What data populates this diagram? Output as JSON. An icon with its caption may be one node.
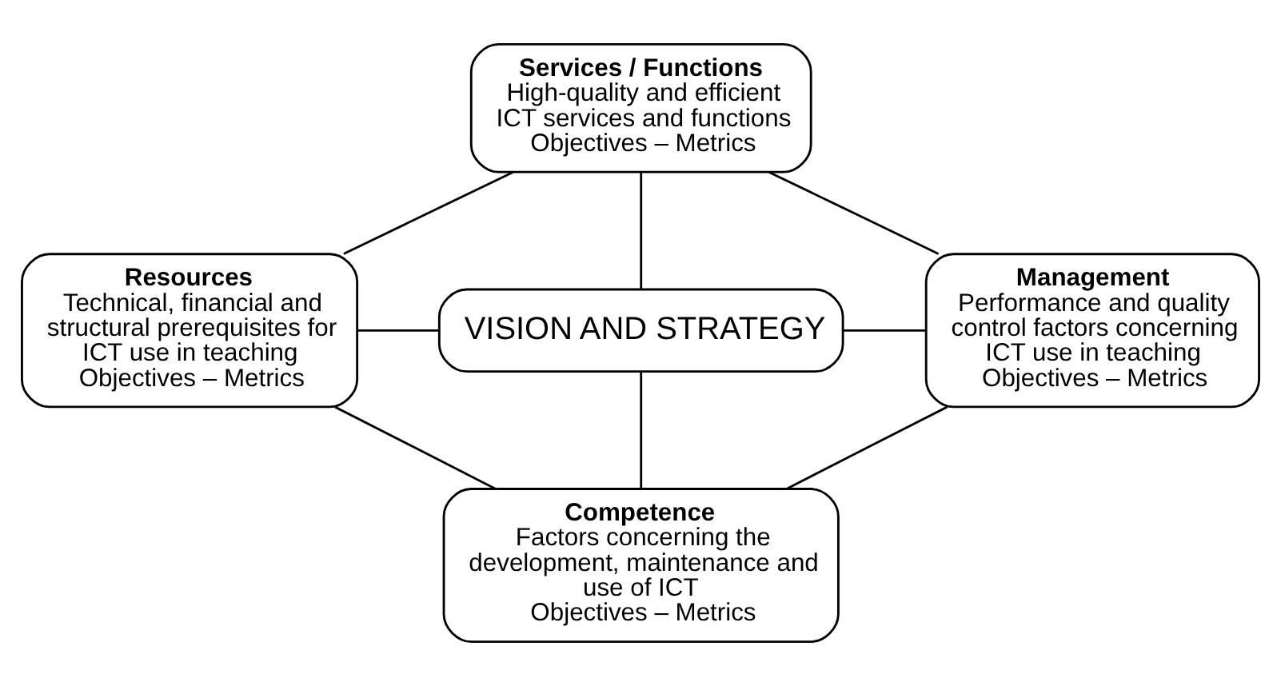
{
  "diagram": {
    "nodes": [
      {
        "text": [
          "Services / Functions",
          "High-quality and efficient ICT services and functions",
          "Objectives – Metrics"
        ]
      },
      {
        "text": [
          "Resources",
          "Technical, financial and structural prerequisites for ICT use in teaching",
          "Objectives – Metrics"
        ]
      },
      {
        "text": [
          "VISION AND STRATEGY"
        ]
      },
      {
        "text": [
          "Management",
          "Performance and quality control factors concerning ICT use in teaching",
          "Objectives – Metrics"
        ]
      },
      {
        "text": [
          "Competence",
          "Factors concerning the development, maintenance and use of ICT",
          "Objectives – Metrics"
        ]
      }
    ],
    "edges": [
      {
        "from": 0,
        "to": 2,
        "arrow": "none"
      },
      {
        "from": 1,
        "to": 2,
        "arrow": "none"
      },
      {
        "from": 2,
        "to": 3,
        "arrow": "none"
      },
      {
        "from": 2,
        "to": 4,
        "arrow": "none"
      },
      {
        "from": 0,
        "to": 3,
        "arrow": "none"
      },
      {
        "from": 3,
        "to": 4,
        "arrow": "none"
      },
      {
        "from": 4,
        "to": 1,
        "arrow": "none"
      },
      {
        "from": 1,
        "to": 0,
        "arrow": "none"
      }
    ]
  }
}
